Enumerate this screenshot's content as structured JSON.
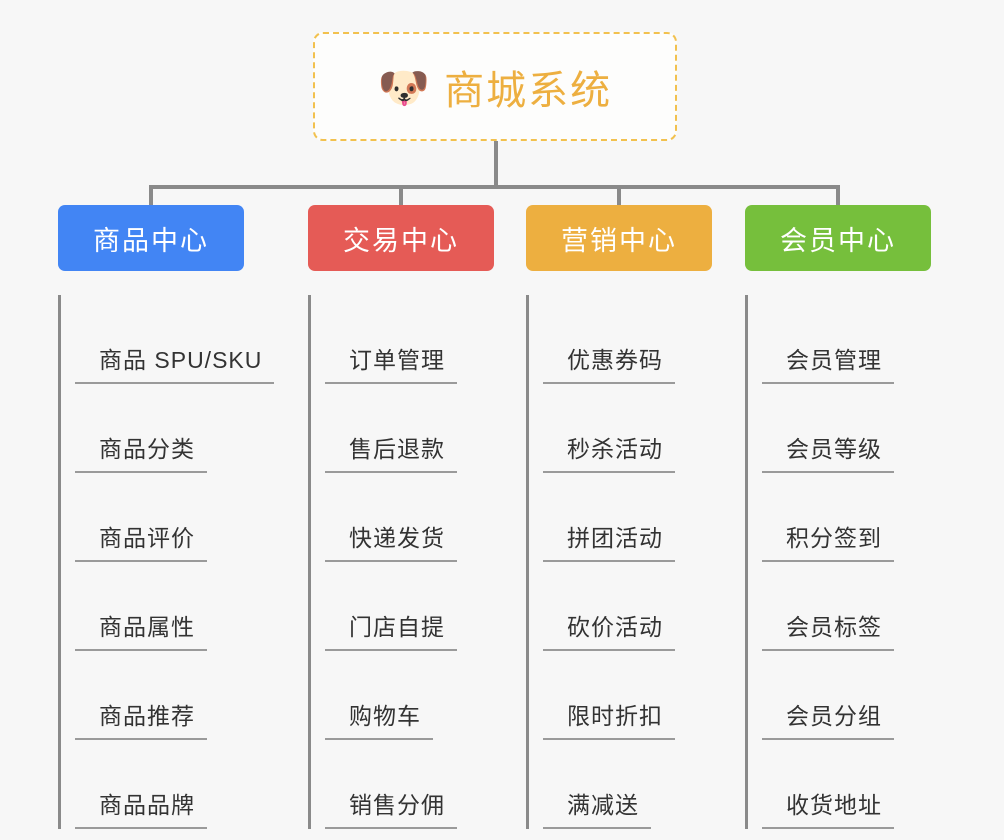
{
  "root": {
    "icon": "shiba-dog-emoji",
    "icon_glyph": "🐶",
    "title": "商城系统",
    "title_color": "#edaf40",
    "border_color": "#f2c14e",
    "background": "#fdfdfc"
  },
  "theme": {
    "page_background": "#f7f7f7",
    "connector_color": "#8a8a8a",
    "item_text_color": "#333333",
    "item_rule_color": "#9a9a9a"
  },
  "chart_data": {
    "type": "diagram",
    "diagram_type": "org-tree",
    "title": "商城系统",
    "root_label": "商城系统",
    "branch_count": 4,
    "leaves_per_branch": 6
  },
  "categories": [
    {
      "label": "商品中心",
      "color": "#4285f4",
      "items": [
        "商品 SPU/SKU",
        "商品分类",
        "商品评价",
        "商品属性",
        "商品推荐",
        "商品品牌"
      ]
    },
    {
      "label": "交易中心",
      "color": "#e55b56",
      "items": [
        "订单管理",
        "售后退款",
        "快递发货",
        "门店自提",
        "购物车",
        "销售分佣"
      ]
    },
    {
      "label": "营销中心",
      "color": "#edaf40",
      "items": [
        "优惠券码",
        "秒杀活动",
        "拼团活动",
        "砍价活动",
        "限时折扣",
        "满减送"
      ]
    },
    {
      "label": "会员中心",
      "color": "#76bf3c",
      "items": [
        "会员管理",
        "会员等级",
        "积分签到",
        "会员标签",
        "会员分组",
        "收货地址"
      ]
    }
  ]
}
